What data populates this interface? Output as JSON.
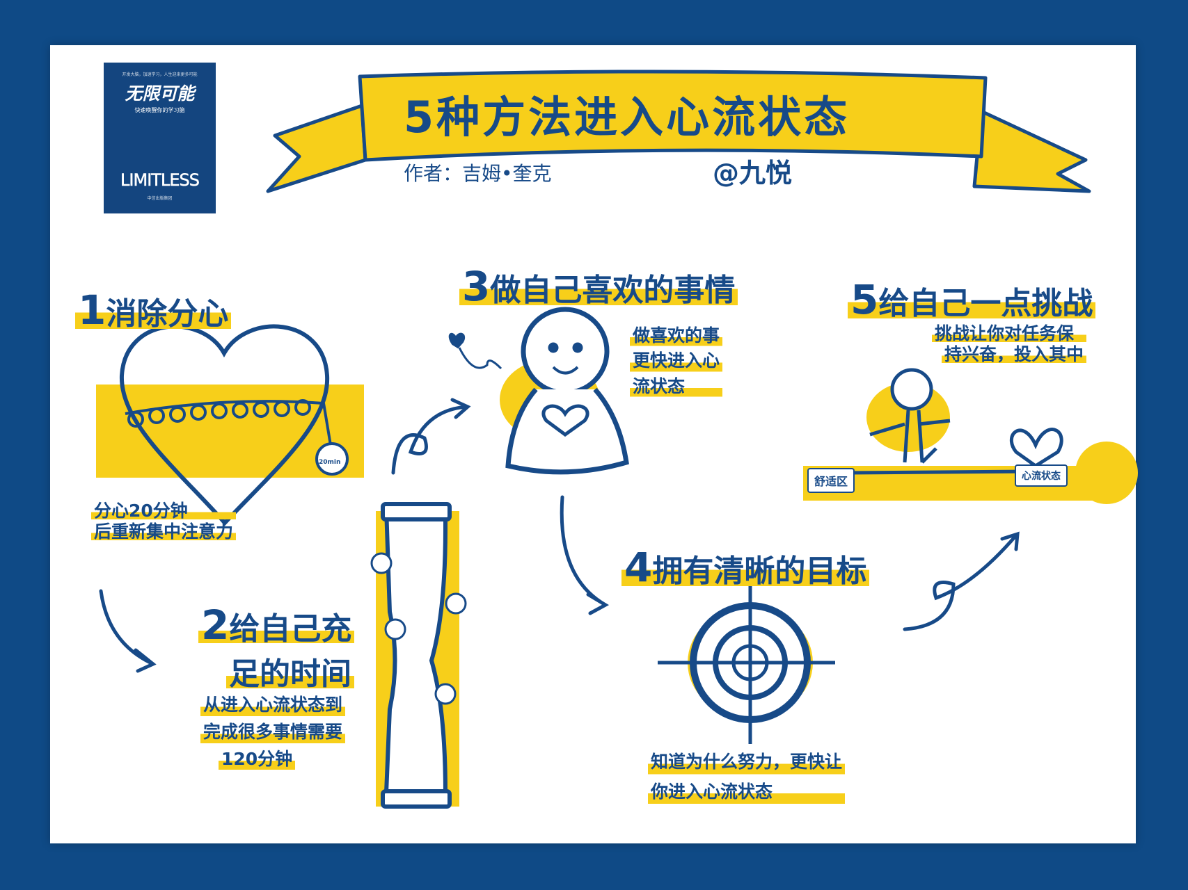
{
  "colors": {
    "border": "#0f4a86",
    "ink": "#174a88",
    "highlight": "#f7cf1a",
    "paper": "#ffffff"
  },
  "book": {
    "tagline": "开发大脑，加速学习，人生迎来更多可能",
    "title": "无限可能",
    "subtitle": "快速唤醒你的学习脑",
    "english_title": "LIMITLESS",
    "publisher": "中信出版集团"
  },
  "banner": {
    "title": "5种方法进入心流状态"
  },
  "author": "作者：吉姆•奎克",
  "signature": "@九悦",
  "sections": [
    {
      "num": "1",
      "title": "消除分心",
      "note": [
        "分心20分钟",
        "后重新集中注意力"
      ],
      "clock_label": "20min",
      "icon": "heart-with-chain-icon"
    },
    {
      "num": "2",
      "title_lines": [
        "给自己充",
        "足的时间"
      ],
      "note": [
        "从进入心流状态到",
        "完成很多事情需要",
        "120分钟"
      ],
      "icon": "hourglass-icon"
    },
    {
      "num": "3",
      "title": "做自己喜欢的事情",
      "note": [
        "做喜欢的事",
        "更快进入心",
        "流状态"
      ],
      "icon": "person-holding-heart-icon"
    },
    {
      "num": "4",
      "title": "拥有清晰的目标",
      "note": [
        "知道为什么努力，更快让",
        "你进入心流状态"
      ],
      "icon": "target-icon"
    },
    {
      "num": "5",
      "title": "给自己一点挑战",
      "note": [
        "挑战让你对任务保",
        "持兴奋，投入其中"
      ],
      "labels": [
        "舒适区",
        "心流状态"
      ],
      "icon": "balance-scene-icon"
    }
  ]
}
